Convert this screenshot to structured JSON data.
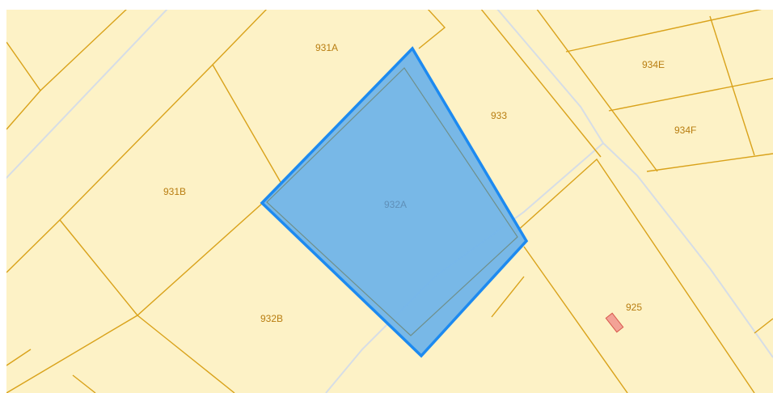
{
  "map": {
    "colors": {
      "parcel_fill": "#fdf2c6",
      "parcel_line": "#d9a21a",
      "road_line": "#d6dde6",
      "selection_fill": "#74b6e8",
      "selection_stroke": "#1d8af0",
      "label_color": "#b87d10",
      "marker_fill": "#f3a296",
      "marker_stroke": "#d85a4e"
    },
    "parcels": [
      {
        "id": "931A",
        "label": "931A"
      },
      {
        "id": "931B",
        "label": "931B"
      },
      {
        "id": "932A",
        "label": "932A",
        "selected": true
      },
      {
        "id": "932B",
        "label": "932B"
      },
      {
        "id": "933",
        "label": "933"
      },
      {
        "id": "934E",
        "label": "934E"
      },
      {
        "id": "934F",
        "label": "934F"
      },
      {
        "id": "925",
        "label": "925"
      }
    ]
  }
}
